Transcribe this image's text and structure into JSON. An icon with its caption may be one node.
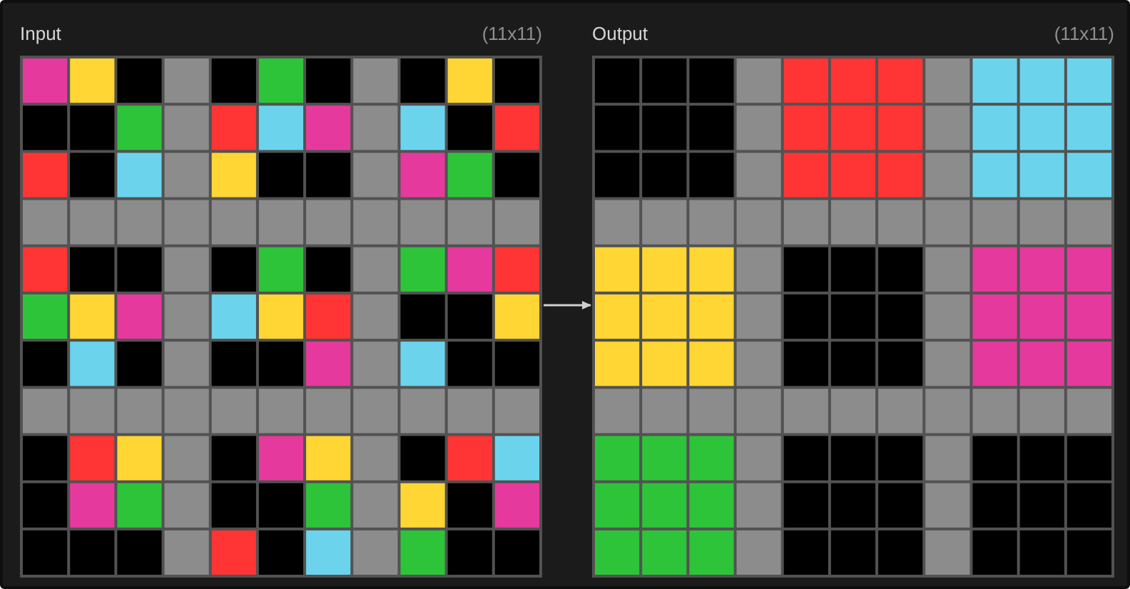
{
  "diagram": {
    "nodes": [
      {
        "text": [
          "Input",
          "(11x11)"
        ]
      },
      {
        "text": [
          "Output",
          "(11x11)"
        ]
      }
    ],
    "edges": [
      {
        "from": 0,
        "to": 1,
        "arrow": "to"
      }
    ]
  }
}
